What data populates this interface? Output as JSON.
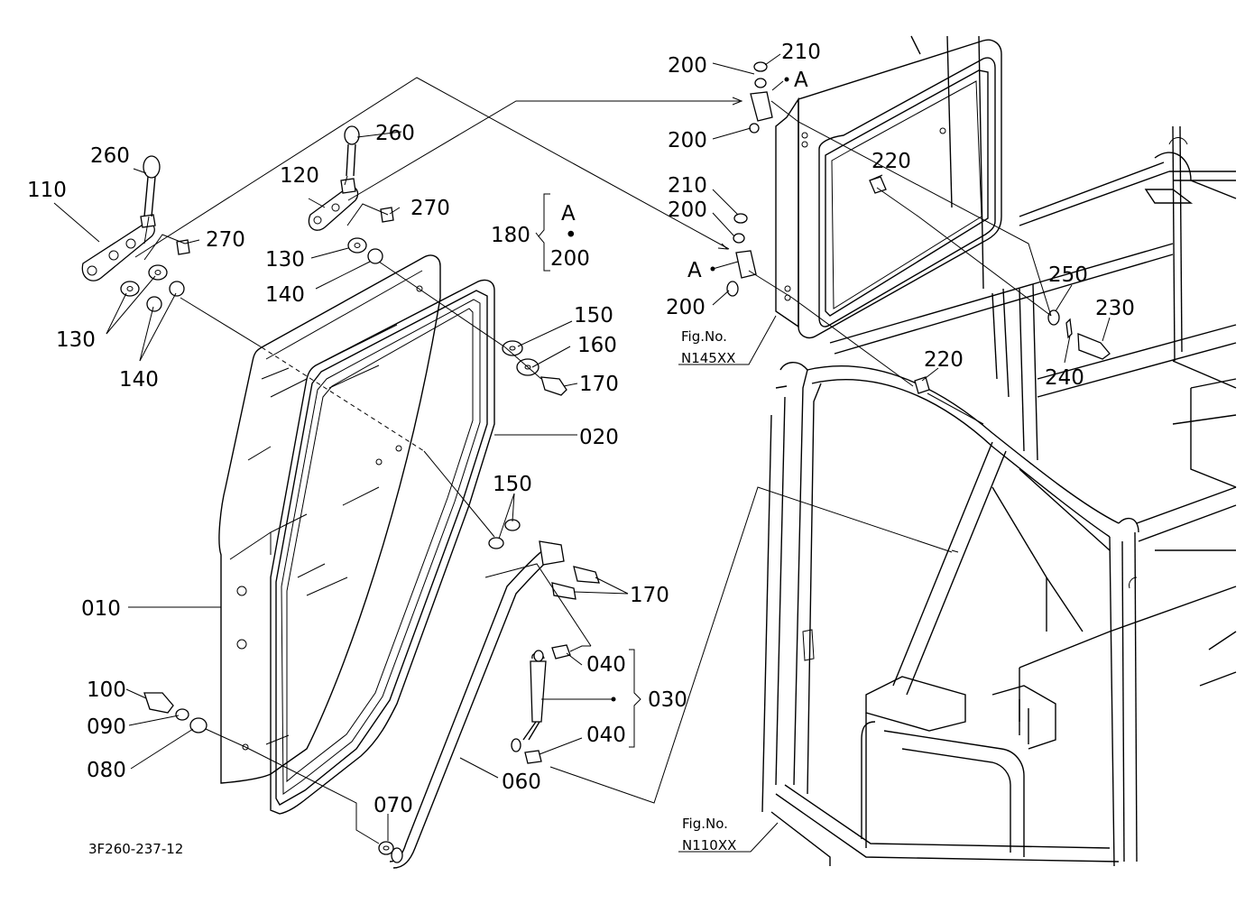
{
  "doc_code": "3F260-237-12",
  "labels": {
    "l260a": "260",
    "l110": "110",
    "l270a": "270",
    "l130a": "130",
    "l140a": "140",
    "l260b": "260",
    "l120": "120",
    "l270b": "270",
    "l130b": "130",
    "l140b": "140",
    "l180": "180",
    "lA_top": "A",
    "lA_dot": "•",
    "l200_group": "200",
    "l150a": "150",
    "l160": "160",
    "l170a": "170",
    "l020": "020",
    "l150b": "150",
    "l170b": "170",
    "l010": "010",
    "l040a": "040",
    "l030": "030",
    "l040b": "040",
    "l100": "100",
    "l090": "090",
    "l080": "080",
    "l060": "060",
    "l070": "070",
    "l210a": "210",
    "l200a": "200",
    "lA1": "A",
    "l200b": "200",
    "l220a": "220",
    "l210b": "210",
    "l200c": "200",
    "lA2": "A",
    "l200d": "200",
    "l250": "250",
    "l230": "230",
    "l240": "240",
    "l220b": "220"
  },
  "figrefs": {
    "n145_title": "Fig.No.",
    "n145_code": "N145XX",
    "n110_title": "Fig.No.",
    "n110_code": "N110XX"
  }
}
